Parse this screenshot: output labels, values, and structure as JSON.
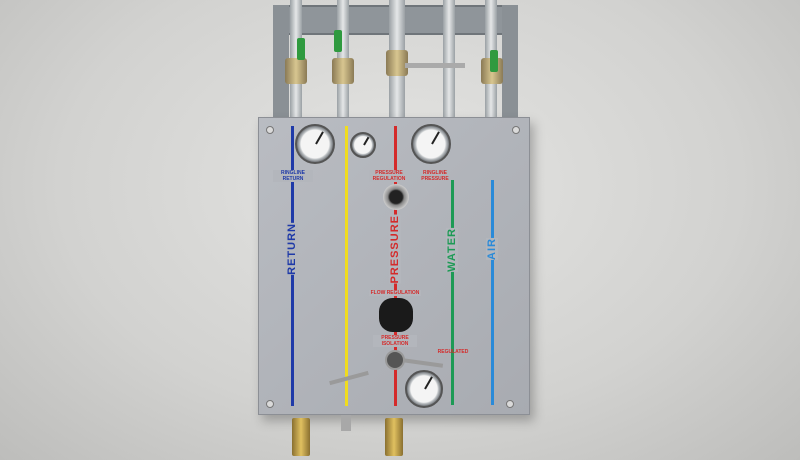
{
  "panel": {
    "labels": {
      "ringline_return": "RINGLINE RETURN",
      "pressure_regulation": "PRESSURE REGULATION",
      "ringline_pressure": "RINGLINE PRESSURE",
      "flow_regulation": "FLOW REGULATION",
      "pressure_isolation": "PRESSURE ISOLATION",
      "regulated": "REGULATED"
    },
    "vertical_labels": {
      "return": "RETURN",
      "pressure": "PRESSURE",
      "water": "WATER",
      "air": "AIR"
    },
    "colors": {
      "return": "#1f3aa8",
      "drain": "#f0dc1e",
      "pressure": "#d42a2a",
      "water": "#1d9a55",
      "air": "#2a8ad8",
      "panel": "#b3b6bc"
    }
  }
}
